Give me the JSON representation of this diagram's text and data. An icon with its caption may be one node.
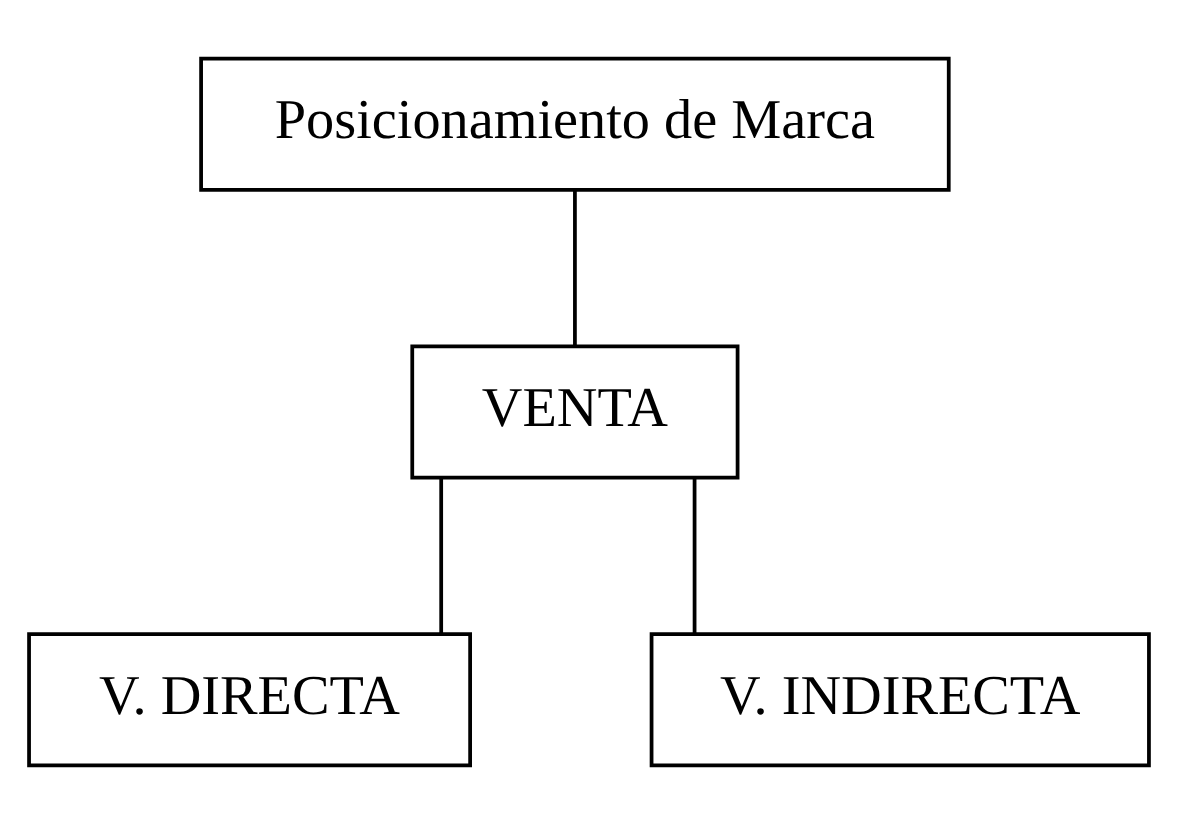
{
  "diagram": {
    "nodes": [
      {
        "text": [
          "Posicionamiento de Marca"
        ]
      },
      {
        "text": [
          "VENTA"
        ]
      },
      {
        "text": [
          "V. DIRECTA"
        ]
      },
      {
        "text": [
          "V. INDIRECTA"
        ]
      }
    ],
    "edges": [
      {
        "from": 0,
        "to": 1,
        "arrow": "none"
      },
      {
        "from": 1,
        "to": 2,
        "arrow": "none"
      },
      {
        "from": 1,
        "to": 3,
        "arrow": "none"
      }
    ]
  }
}
